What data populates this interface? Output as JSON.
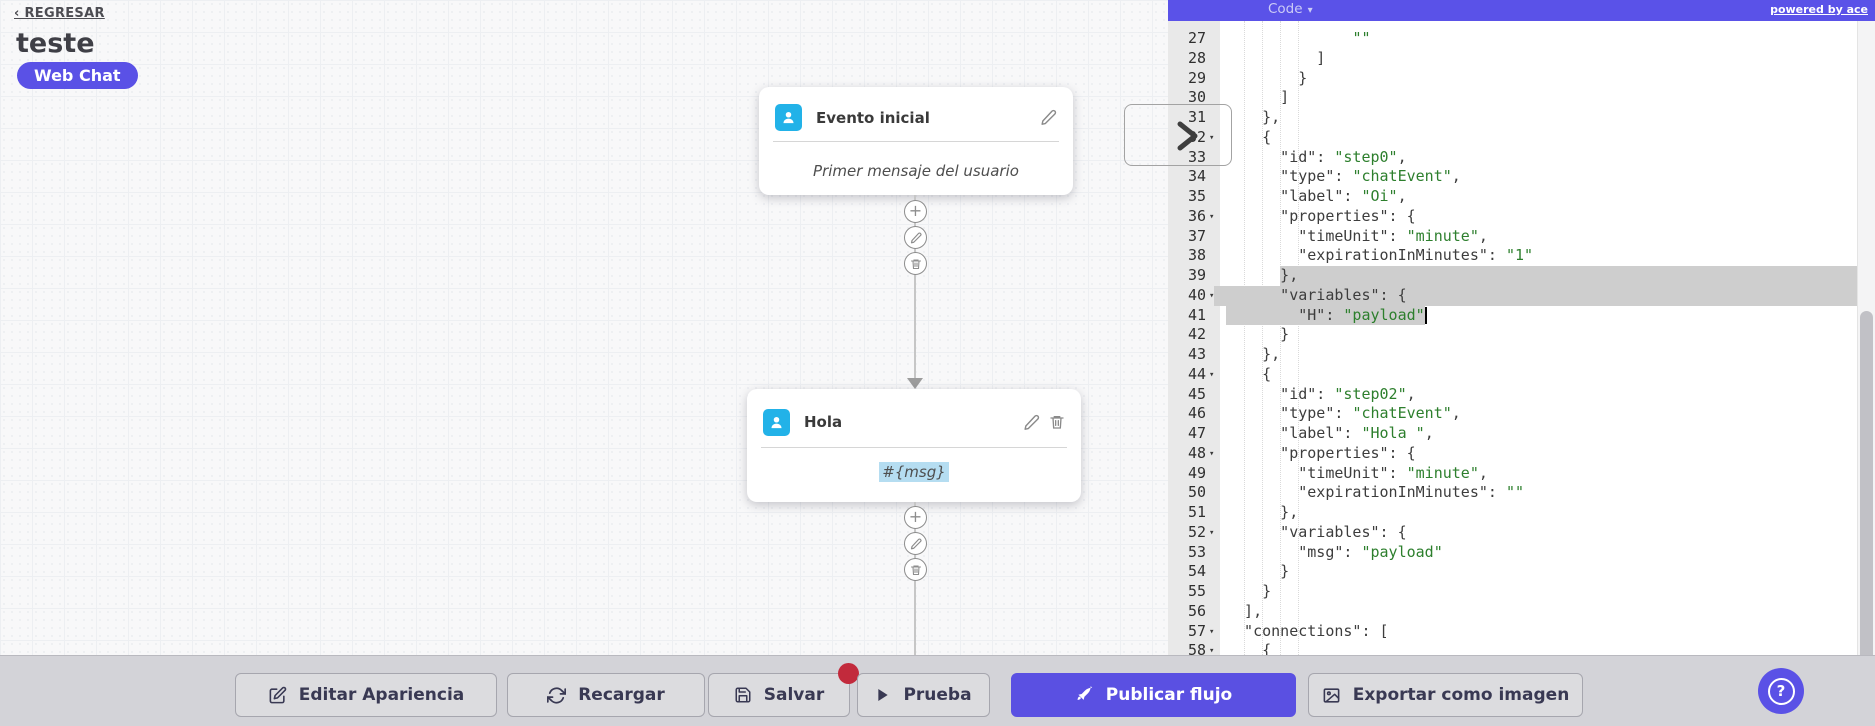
{
  "colors": {
    "accent": "#5a51e6",
    "node_icon_cyan": "#22b2e8",
    "string_green": "#2d7f2d",
    "selection_grey": "#cecece",
    "badge_red": "#c22a3c"
  },
  "topbar": {
    "back_label": "‹ REGRESAR",
    "title": "teste",
    "badge_label": "Web Chat"
  },
  "flow": {
    "node1": {
      "title": "Evento inicial",
      "body": "Primer mensaje del usuario"
    },
    "node2": {
      "title": "Hola",
      "body": "#{msg}"
    }
  },
  "code_panel": {
    "menu_label": "Code",
    "menu_caret": "▾",
    "powered_label": "powered by ace",
    "lines": [
      {
        "n": 27,
        "t": "              \"\""
      },
      {
        "n": 28,
        "t": "          ]"
      },
      {
        "n": 29,
        "t": "        }"
      },
      {
        "n": 30,
        "t": "      ]"
      },
      {
        "n": 31,
        "t": "    },"
      },
      {
        "n": 32,
        "t": "    {",
        "fold": true
      },
      {
        "n": 33,
        "t": "      \"id\": \"step0\","
      },
      {
        "n": 34,
        "t": "      \"type\": \"chatEvent\","
      },
      {
        "n": 35,
        "t": "      \"label\": \"Oi\","
      },
      {
        "n": 36,
        "t": "      \"properties\": {",
        "fold": true
      },
      {
        "n": 37,
        "t": "        \"timeUnit\": \"minute\","
      },
      {
        "n": 38,
        "t": "        \"expirationInMinutes\": \"1\""
      },
      {
        "n": 39,
        "t": "      },",
        "sel": "tail"
      },
      {
        "n": 40,
        "t": "      \"variables\": {",
        "fold": true,
        "sel": "full"
      },
      {
        "n": 41,
        "t": "        \"H\": \"payload\"",
        "sel": "head",
        "cursor": true
      },
      {
        "n": 42,
        "t": "      }"
      },
      {
        "n": 43,
        "t": "    },"
      },
      {
        "n": 44,
        "t": "    {",
        "fold": true
      },
      {
        "n": 45,
        "t": "      \"id\": \"step02\","
      },
      {
        "n": 46,
        "t": "      \"type\": \"chatEvent\","
      },
      {
        "n": 47,
        "t": "      \"label\": \"Hola \","
      },
      {
        "n": 48,
        "t": "      \"properties\": {",
        "fold": true
      },
      {
        "n": 49,
        "t": "        \"timeUnit\": \"minute\","
      },
      {
        "n": 50,
        "t": "        \"expirationInMinutes\": \"\""
      },
      {
        "n": 51,
        "t": "      },"
      },
      {
        "n": 52,
        "t": "      \"variables\": {",
        "fold": true
      },
      {
        "n": 53,
        "t": "        \"msg\": \"payload\""
      },
      {
        "n": 54,
        "t": "      }"
      },
      {
        "n": 55,
        "t": "    }"
      },
      {
        "n": 56,
        "t": "  ],"
      },
      {
        "n": 57,
        "t": "  \"connections\": [",
        "fold": true
      },
      {
        "n": 58,
        "t": "    {",
        "fold": true
      }
    ]
  },
  "toolbar": {
    "buttons": [
      {
        "id": "edit-appearance",
        "label": "Editar Apariencia",
        "icon": "edit"
      },
      {
        "id": "reload",
        "label": "Recargar",
        "icon": "refresh"
      },
      {
        "id": "save",
        "label": "Salvar",
        "icon": "save",
        "badge": true
      },
      {
        "id": "test",
        "label": "Prueba",
        "icon": "play"
      },
      {
        "id": "publish",
        "label": "Publicar flujo",
        "icon": "rocket",
        "primary": true
      },
      {
        "id": "export-image",
        "label": "Exportar como imagen",
        "icon": "image"
      }
    ]
  },
  "help_label": "?"
}
